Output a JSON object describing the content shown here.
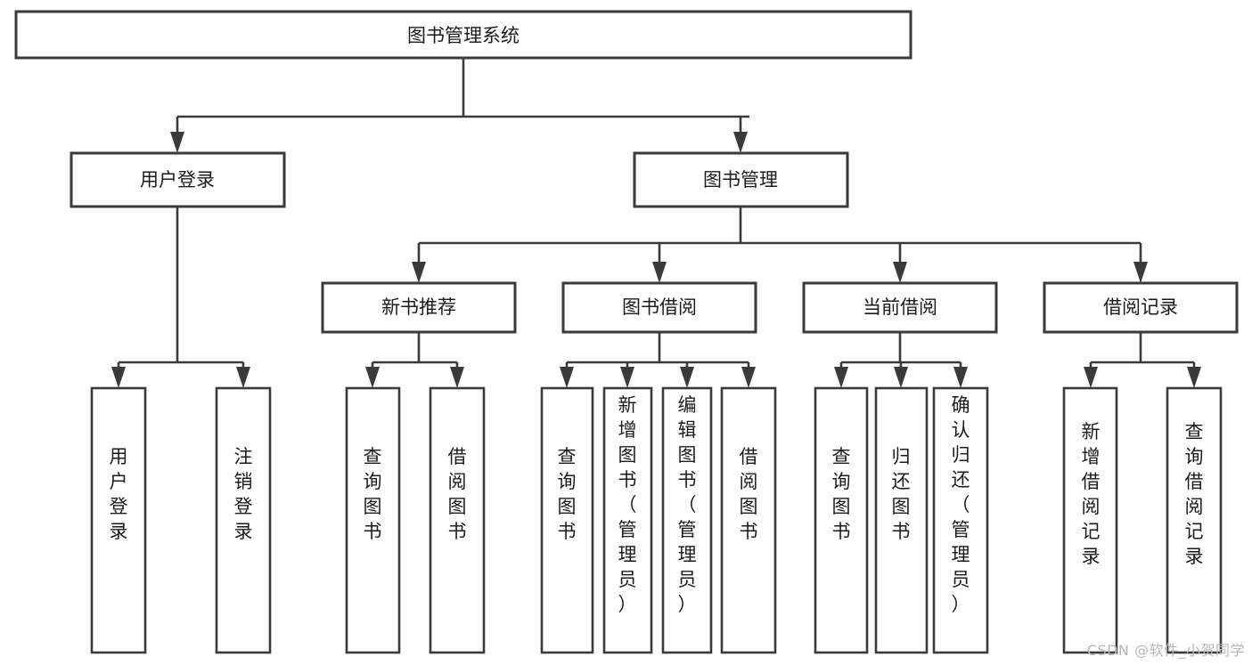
{
  "diagram": {
    "type": "tree-hierarchy",
    "title": "图书管理系统",
    "watermark": "CSDN @软件_小贺同学",
    "colors": {
      "background": "#ffffff",
      "box_fill": "#ffffff",
      "box_stroke": "#3a3a3a",
      "connector": "#3a3a3a",
      "text": "#1b1b1b",
      "watermark": "#b6b6b6"
    },
    "root": {
      "id": "root",
      "label": "图书管理系统",
      "orientation": "horizontal"
    },
    "level1": [
      {
        "id": "user-login",
        "label": "用户登录",
        "orientation": "horizontal"
      },
      {
        "id": "book-manage",
        "label": "图书管理",
        "orientation": "horizontal"
      }
    ],
    "level2": [
      {
        "id": "new-book-recommend",
        "label": "新书推荐",
        "parent": "book-manage",
        "orientation": "horizontal"
      },
      {
        "id": "book-borrow",
        "label": "图书借阅",
        "parent": "book-manage",
        "orientation": "horizontal"
      },
      {
        "id": "current-borrow",
        "label": "当前借阅",
        "parent": "book-manage",
        "orientation": "horizontal"
      },
      {
        "id": "borrow-record",
        "label": "借阅记录",
        "parent": "book-manage",
        "orientation": "horizontal"
      }
    ],
    "leaves": [
      {
        "id": "leaf-user-login",
        "label": "用户登录",
        "parent": "user-login",
        "orientation": "vertical"
      },
      {
        "id": "leaf-user-logout",
        "label": "注销登录",
        "parent": "user-login",
        "orientation": "vertical"
      },
      {
        "id": "leaf-query-book-1",
        "label": "查询图书",
        "parent": "new-book-recommend",
        "orientation": "vertical"
      },
      {
        "id": "leaf-borrow-book-1",
        "label": "借阅图书",
        "parent": "new-book-recommend",
        "orientation": "vertical"
      },
      {
        "id": "leaf-query-book-2",
        "label": "查询图书",
        "parent": "book-borrow",
        "orientation": "vertical"
      },
      {
        "id": "leaf-add-book",
        "label": "新增图书（管理员）",
        "parent": "book-borrow",
        "orientation": "vertical"
      },
      {
        "id": "leaf-edit-book",
        "label": "编辑图书（管理员）",
        "parent": "book-borrow",
        "orientation": "vertical"
      },
      {
        "id": "leaf-borrow-book-2",
        "label": "借阅图书",
        "parent": "book-borrow",
        "orientation": "vertical"
      },
      {
        "id": "leaf-query-book-3",
        "label": "查询图书",
        "parent": "current-borrow",
        "orientation": "vertical"
      },
      {
        "id": "leaf-return-book",
        "label": "归还图书",
        "parent": "current-borrow",
        "orientation": "vertical"
      },
      {
        "id": "leaf-confirm-return",
        "label": "确认归还（管理员）",
        "parent": "current-borrow",
        "orientation": "vertical"
      },
      {
        "id": "leaf-add-record",
        "label": "新增借阅记录",
        "parent": "borrow-record",
        "orientation": "vertical"
      },
      {
        "id": "leaf-query-record",
        "label": "查询借阅记录",
        "parent": "borrow-record",
        "orientation": "vertical"
      }
    ]
  }
}
